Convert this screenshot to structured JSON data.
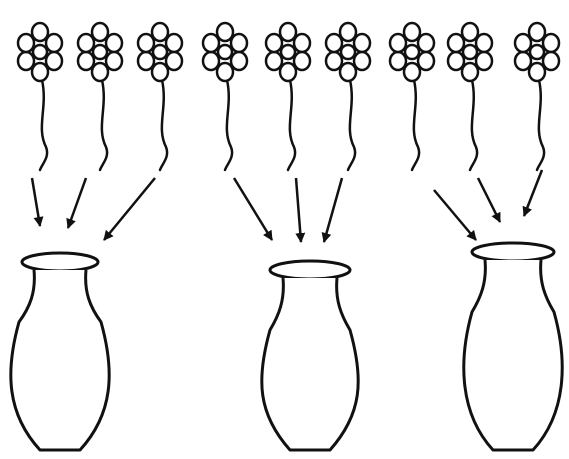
{
  "scene": {
    "stroke_color": "#111111",
    "background_color": "#ffffff",
    "flower_count": 9,
    "vase_count": 3,
    "flowers_per_vase": 3,
    "arrow_count": 9
  },
  "icons": {
    "flower": "flower-icon",
    "vase": "vase-icon",
    "arrow": "arrow-icon"
  }
}
